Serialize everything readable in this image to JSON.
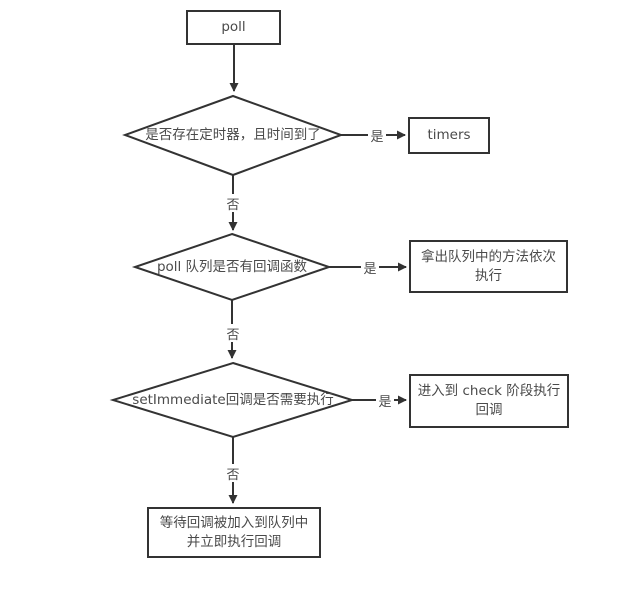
{
  "nodes": {
    "poll": {
      "label": "poll"
    },
    "timer_check": {
      "label": "是否存在定时器，且时间到了"
    },
    "timers": {
      "label": "timers"
    },
    "poll_queue_check": {
      "label": "poll 队列是否有回调函数"
    },
    "execute_queue": {
      "label": "拿出队列中的方法依次\n执行"
    },
    "setimmediate_check": {
      "label": "setImmediate回调是否需要执行"
    },
    "check_phase": {
      "label": "进入到 check 阶段执行\n回调"
    },
    "wait_callback": {
      "label": "等待回调被加入到队列中\n并立即执行回调"
    }
  },
  "edges": {
    "timer_yes": "是",
    "timer_no": "否",
    "queue_yes": "是",
    "queue_no": "否",
    "immediate_yes": "是",
    "immediate_no": "否"
  },
  "colors": {
    "line": "#333333",
    "text": "#4a4a4a",
    "background": "#ffffff"
  }
}
